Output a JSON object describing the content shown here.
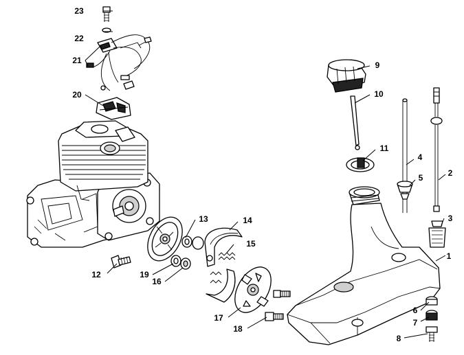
{
  "diagram": {
    "labels": [
      "1",
      "2",
      "3",
      "4",
      "5",
      "6",
      "7",
      "8",
      "9",
      "10",
      "11",
      "12",
      "13",
      "14",
      "15",
      "16",
      "17",
      "18",
      "19",
      "20",
      "21",
      "22",
      "23"
    ]
  }
}
